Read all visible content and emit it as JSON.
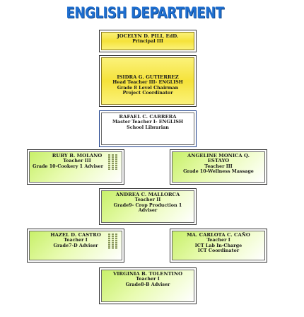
{
  "title": "ENGLISH DEPARTMENT",
  "nodes": {
    "principal": {
      "lines": [
        "JOCELYN D. PILI, EdD.",
        "Principal III"
      ]
    },
    "head_teacher": {
      "lines": [
        "ISIDRA G. GUTIERREZ",
        "Head Teacher III- ENGLISH",
        "Grade 8 Level Chairman",
        "Project Coordinator"
      ]
    },
    "master_teacher": {
      "lines": [
        "RAFAEL C. CABRERA",
        "Master Teacher I- ENGLISH",
        "School Librarian"
      ]
    },
    "molano": {
      "lines": [
        "RUBY B. MOLANO",
        "Teacher III",
        "Grade 10-Cookery 1 Adviser"
      ]
    },
    "estayo": {
      "lines": [
        "ANGELINE MONICA Q.",
        "ESTAYO",
        "Teacher III",
        "Grade 10-Wellness Massage"
      ]
    },
    "mallorca": {
      "lines": [
        "ANDREA C. MALLORCA",
        "Teacher II",
        "Grade9- Crop Production 1",
        "Adviser"
      ]
    },
    "castro": {
      "lines": [
        "HAZEL D. CASTRO",
        "Teacher I",
        "Grade7-D Adviser"
      ]
    },
    "cano": {
      "lines": [
        "MA. CARLOTA C. CAÑO",
        "Teacher I",
        "ICT Lab In-Charge",
        "ICT Coordinator"
      ]
    },
    "tolentino": {
      "lines": [
        "VIRGINIA B. TOLENTINO",
        "Teacher I",
        "Grade8-B Adviser"
      ]
    }
  }
}
